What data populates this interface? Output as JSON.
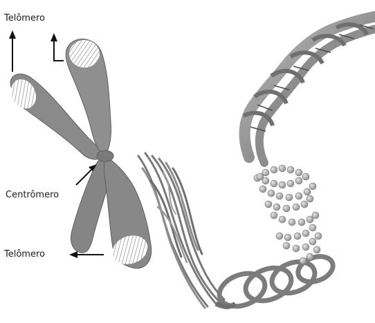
{
  "labels": {
    "telomere_top": "Telômero",
    "centromere": "Centrômero",
    "telomere_bottom": "Telômero"
  },
  "colors": {
    "chromosome": "#8a8a8a",
    "chromosome_dark": "#5e5e5e",
    "dna_ribbon": "#9a9a9a",
    "beads": "#a6a6a6",
    "arrow": "#111111"
  }
}
